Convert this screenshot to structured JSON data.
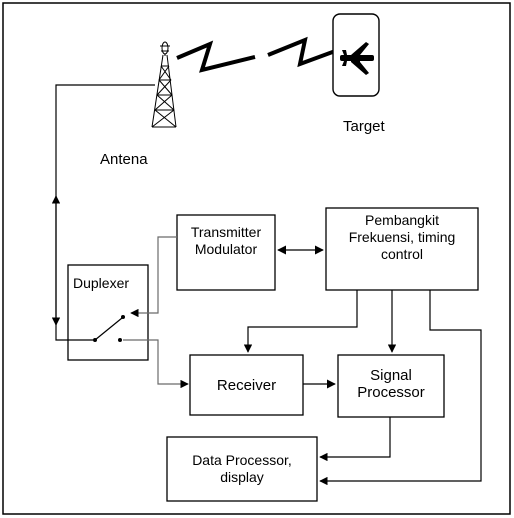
{
  "labels": {
    "target": "Target",
    "antenna": "Antena",
    "duplexer": "Duplexer",
    "transmitter_line1": "Transmitter",
    "transmitter_line2": "Modulator",
    "generator_line1": "Pembangkit",
    "generator_line2": "Frekuensi, timing",
    "generator_line3": "control",
    "receiver": "Receiver",
    "signal_line1": "Signal",
    "signal_line2": "Processor",
    "data_line1": "Data Processor,",
    "data_line2": "display"
  },
  "colors": {
    "line": "#000000",
    "box_border": "#000000",
    "rf_path": "#6b6b6b",
    "background": "#ffffff"
  },
  "icons": {
    "antenna": "lattice-tower-antenna-icon",
    "target": "airplane-icon",
    "signal": "lightning-zigzag-icon"
  }
}
